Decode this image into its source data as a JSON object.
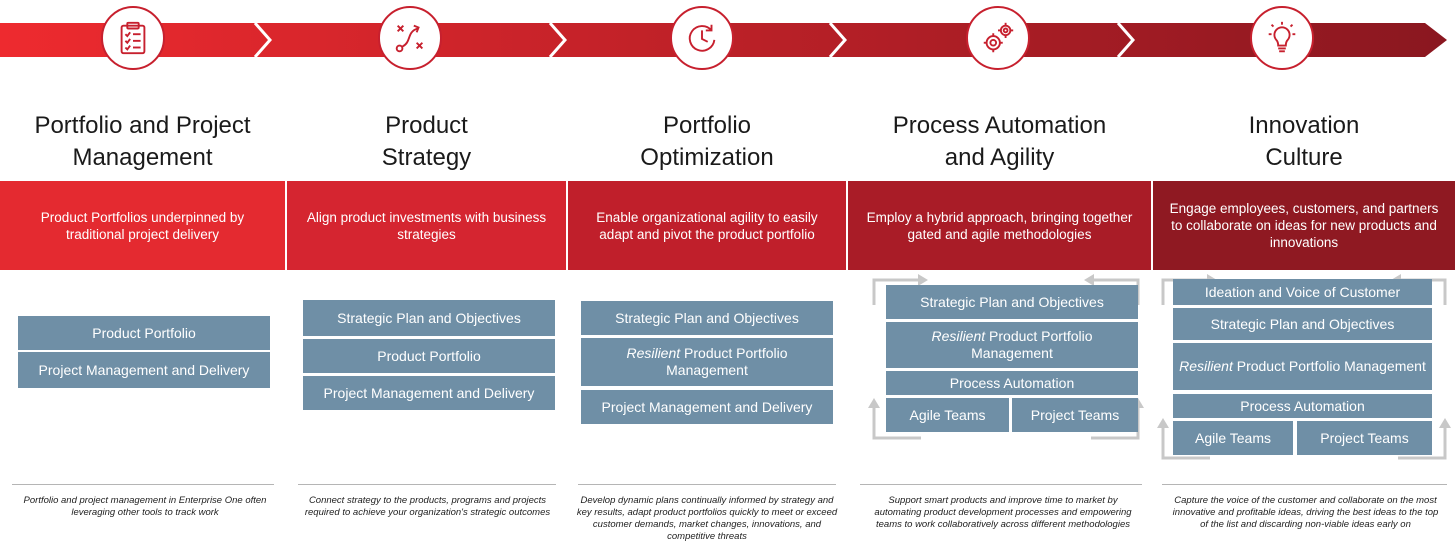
{
  "colors": {
    "band_start": "#ee2a2f",
    "band_end": "#8a1720",
    "box_blue": "#6f8fa6",
    "loop_gray": "#c8c8c8"
  },
  "columns": [
    {
      "icon": "clipboard-checklist-icon",
      "title_line1": "Portfolio and Project",
      "title_line2": "Management",
      "red": "Product Portfolios underpinned by traditional project delivery",
      "boxes": [
        "Product Portfolio",
        "Project Management and Delivery"
      ],
      "footer": "Portfolio and project management in Enterprise One often leveraging other tools to track work"
    },
    {
      "icon": "strategy-play-icon",
      "title_line1": "Product",
      "title_line2": "Strategy",
      "red": "Align product investments with business strategies",
      "boxes": [
        "Strategic Plan and Objectives",
        "Product Portfolio",
        "Project Management and Delivery"
      ],
      "footer": "Connect strategy to the products, programs and projects required to achieve your organization's strategic outcomes"
    },
    {
      "icon": "clock-refresh-icon",
      "title_line1": "Portfolio",
      "title_line2": "Optimization",
      "red": "Enable organizational agility to easily adapt and pivot the product portfolio",
      "boxes": [
        "Strategic Plan and Objectives",
        "Resilient",
        "Product Portfolio Management",
        "Project Management and Delivery"
      ],
      "footer": "Develop dynamic plans continually informed by strategy and key results, adapt product portfolios quickly to meet or exceed customer demands, market changes, innovations, and competitive threats"
    },
    {
      "icon": "gears-icon",
      "title_line1": "Process Automation",
      "title_line2": "and Agility",
      "red": "Employ a hybrid approach, bringing together gated and agile methodologies",
      "boxes": [
        "Strategic Plan and Objectives",
        "Resilient",
        "Product Portfolio Management",
        "Process Automation",
        "Agile Teams",
        "Project Teams"
      ],
      "footer": "Support smart products and improve time to market by automating product development processes and empowering teams to work collaboratively across different methodologies"
    },
    {
      "icon": "lightbulb-icon",
      "title_line1": "Innovation",
      "title_line2": "Culture",
      "red": "Engage employees, customers, and partners to collaborate on ideas for new products and innovations",
      "boxes": [
        "Ideation and Voice of Customer",
        "Strategic Plan and Objectives",
        "Resilient",
        "Product Portfolio Management",
        "Process Automation",
        "Agile Teams",
        "Project Teams"
      ],
      "footer": "Capture the voice of the customer and collaborate on the most innovative and profitable ideas, driving the best ideas to the top of the list and discarding non-viable ideas early on"
    }
  ]
}
